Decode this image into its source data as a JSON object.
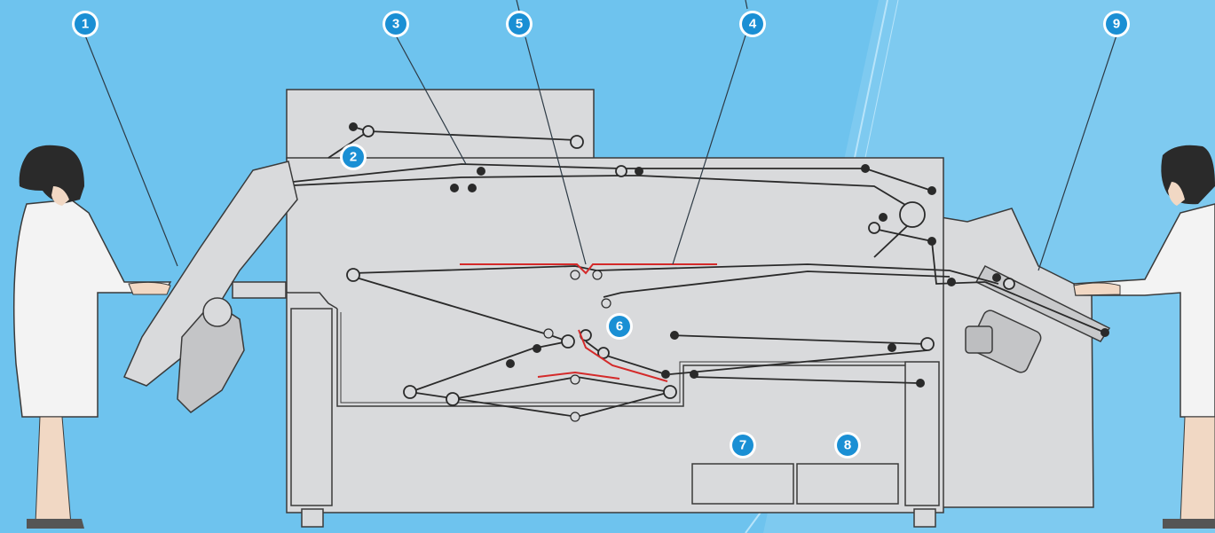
{
  "colors": {
    "background": "#6ec3ee",
    "background_light": "#9ad6f5",
    "machine_fill": "#d9dadc",
    "machine_stroke": "#3a3a3a",
    "badge_fill": "#1a8fd4",
    "badge_ring": "#ffffff",
    "paper_path": "#d42a2a",
    "leader_line": "#2d3a45"
  },
  "callouts": [
    {
      "id": "callout-1",
      "label": "1"
    },
    {
      "id": "callout-2",
      "label": "2"
    },
    {
      "id": "callout-3",
      "label": "3"
    },
    {
      "id": "callout-4",
      "label": "4"
    },
    {
      "id": "callout-5",
      "label": "5"
    },
    {
      "id": "callout-6",
      "label": "6"
    },
    {
      "id": "callout-7",
      "label": "7"
    },
    {
      "id": "callout-8",
      "label": "8"
    },
    {
      "id": "callout-9",
      "label": "9"
    }
  ],
  "figures": {
    "left_operator": "operator-figure",
    "right_operator": "operator-figure"
  }
}
